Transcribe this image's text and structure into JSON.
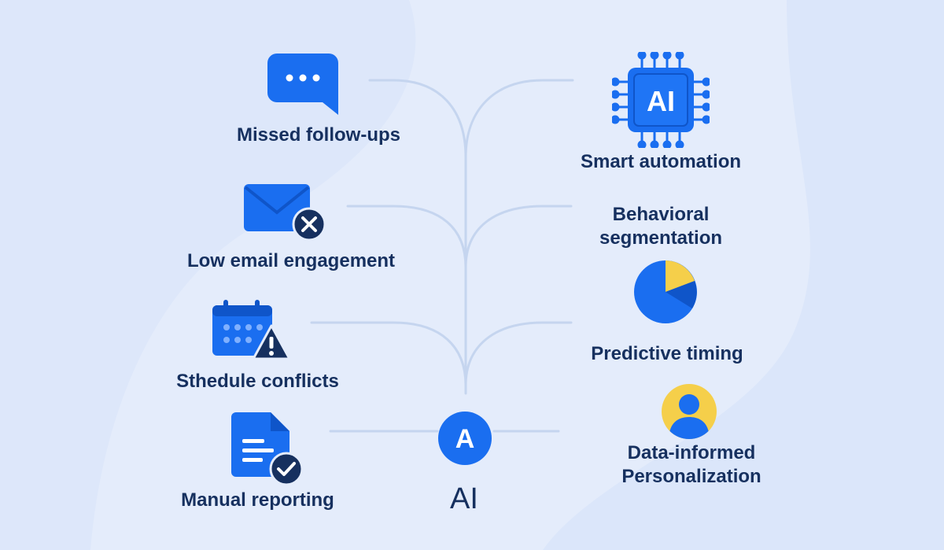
{
  "problems": [
    {
      "label": "Missed follow-ups",
      "icon": "chat-bubble-icon"
    },
    {
      "label": "Low email engagement",
      "icon": "email-x-icon"
    },
    {
      "label": "Sthedule conflicts",
      "icon": "calendar-warning-icon"
    },
    {
      "label": "Manual reporting",
      "icon": "document-check-icon"
    }
  ],
  "solutions": [
    {
      "label": "Smart automation",
      "icon": "ai-chip-icon"
    },
    {
      "label": "Behavioral segmentation",
      "line1": "Behavioral",
      "line2": "segmentation",
      "icon": "pie-chart-icon"
    },
    {
      "label": "Predictive timing"
    },
    {
      "label": "Data-informed Personalization",
      "line1": "Data-informed",
      "line2": "Personalization",
      "icon": "user-avatar-icon"
    }
  ],
  "hub": {
    "badge_letter": "A",
    "label": "AI",
    "icon": "ai-badge-icon"
  },
  "chip_text": "AI",
  "colors": {
    "background": "#e4ecfb",
    "accent_blue": "#1a6ef0",
    "navy": "#16305f",
    "connector": "#c5d5ef",
    "yellow": "#f5cf4a"
  }
}
